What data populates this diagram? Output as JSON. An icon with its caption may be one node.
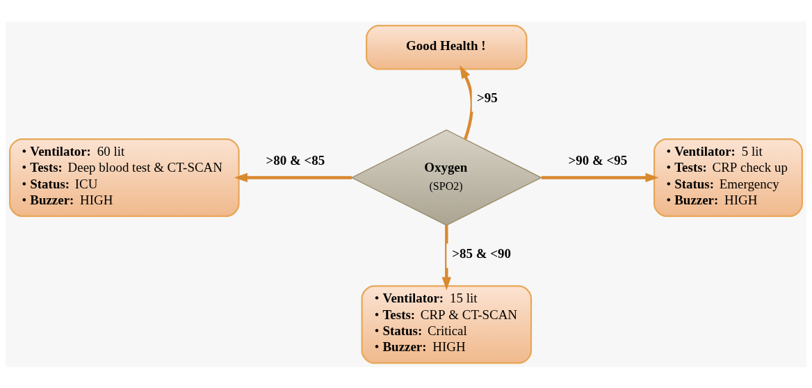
{
  "diagram": {
    "nodes": [
      {
        "text": [
          "Good Health !"
        ]
      },
      {
        "text": [
          "• **Ventilator:** 60 lit",
          "• **Tests:** Deep blood test & CT-SCAN",
          "• **Status:** ICU",
          "• **Buzzer:** HIGH"
        ]
      },
      {
        "text": [
          "Oxygen",
          "(SPO2)"
        ]
      },
      {
        "text": [
          "• **Ventilator:** 5 lit",
          "• **Tests:** CRP check up",
          "• **Status:** Emergency",
          "• **Buzzer:** HIGH"
        ]
      },
      {
        "text": [
          "• **Ventilator:** 15 lit",
          "• **Tests:** CRP & CT-SCAN",
          "• **Status:** Critical",
          "• **Buzzer:** HIGH"
        ]
      }
    ],
    "edges": [
      {
        "from": 2,
        "to": 0,
        "arrow": "to",
        "label": ">95"
      },
      {
        "from": 2,
        "to": 1,
        "arrow": "to",
        "label": ">80 & <85"
      },
      {
        "from": 2,
        "to": 3,
        "arrow": "to",
        "label": ">90 & <95"
      },
      {
        "from": 2,
        "to": 4,
        "arrow": "to",
        "label": ">85 & <90"
      }
    ]
  }
}
